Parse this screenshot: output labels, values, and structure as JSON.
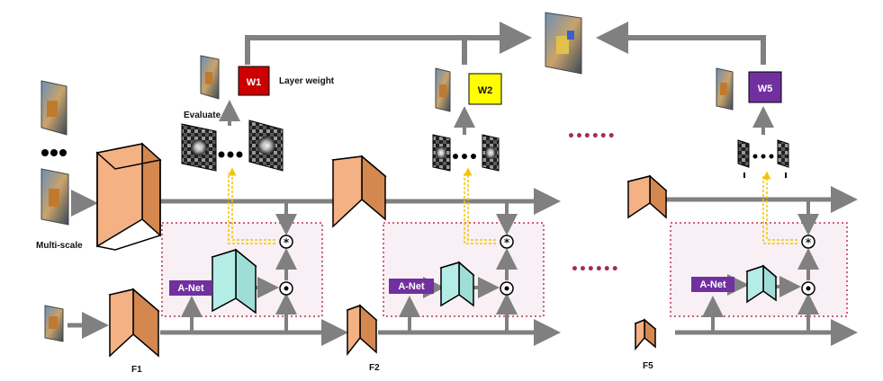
{
  "labels": {
    "evaluate": "Evaluate",
    "layer_weight": "Layer weight",
    "multi_scale": "Multi-scale",
    "ellipsis_dots": "••••••"
  },
  "weights": [
    {
      "label": "W1",
      "color": "#cc0000",
      "text_color": "#ffffff"
    },
    {
      "label": "W2",
      "color": "#ffff00",
      "text_color": "#111111"
    },
    {
      "label": "W5",
      "color": "#7030a0",
      "text_color": "#ffffff"
    }
  ],
  "feature_labels": [
    "F1",
    "F2",
    "F5"
  ],
  "anet": {
    "label": "A-Net",
    "color": "#7030a0"
  },
  "operators": {
    "multiply": "*",
    "elementwise": "•"
  },
  "colors": {
    "cube_front": "#f4b183",
    "cube_side": "#e59866",
    "teal_block": "#b4ece6",
    "arrow": "#808080",
    "dashed_box": "#c0304a",
    "box_fill": "#f8f0f4",
    "yellow_dash": "#f2c500",
    "dot_ellipsis": "#a0304a"
  }
}
